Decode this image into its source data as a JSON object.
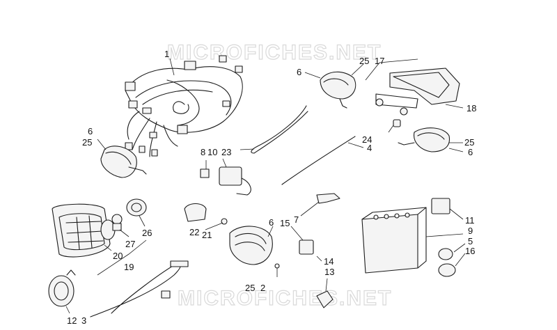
{
  "watermarks": [
    "MICROFICHES.NET",
    "MICROFICHES.NET"
  ],
  "callouts": [
    {
      "id": "c1",
      "text": "1"
    },
    {
      "id": "c6a",
      "text": "6"
    },
    {
      "id": "c25a",
      "text": "25"
    },
    {
      "id": "c25b",
      "text": "25"
    },
    {
      "id": "c17",
      "text": "17"
    },
    {
      "id": "c18",
      "text": "18"
    },
    {
      "id": "c6b",
      "text": "6"
    },
    {
      "id": "c8",
      "text": "8"
    },
    {
      "id": "c10",
      "text": "10"
    },
    {
      "id": "c23",
      "text": "23"
    },
    {
      "id": "c24",
      "text": "24"
    },
    {
      "id": "c4",
      "text": "4"
    },
    {
      "id": "c25c",
      "text": "25"
    },
    {
      "id": "c6c",
      "text": "6"
    },
    {
      "id": "c22",
      "text": "22"
    },
    {
      "id": "c21",
      "text": "21"
    },
    {
      "id": "c6d",
      "text": "6"
    },
    {
      "id": "c7",
      "text": "7"
    },
    {
      "id": "c15",
      "text": "15"
    },
    {
      "id": "c26",
      "text": "26"
    },
    {
      "id": "c27",
      "text": "27"
    },
    {
      "id": "c20",
      "text": "20"
    },
    {
      "id": "c19",
      "text": "19"
    },
    {
      "id": "c14",
      "text": "14"
    },
    {
      "id": "c13",
      "text": "13"
    },
    {
      "id": "c11",
      "text": "11"
    },
    {
      "id": "c9",
      "text": "9"
    },
    {
      "id": "c5",
      "text": "5"
    },
    {
      "id": "c16",
      "text": "16"
    },
    {
      "id": "c25d",
      "text": "25"
    },
    {
      "id": "c2",
      "text": "2"
    },
    {
      "id": "c12",
      "text": "12"
    },
    {
      "id": "c3",
      "text": "3"
    }
  ]
}
